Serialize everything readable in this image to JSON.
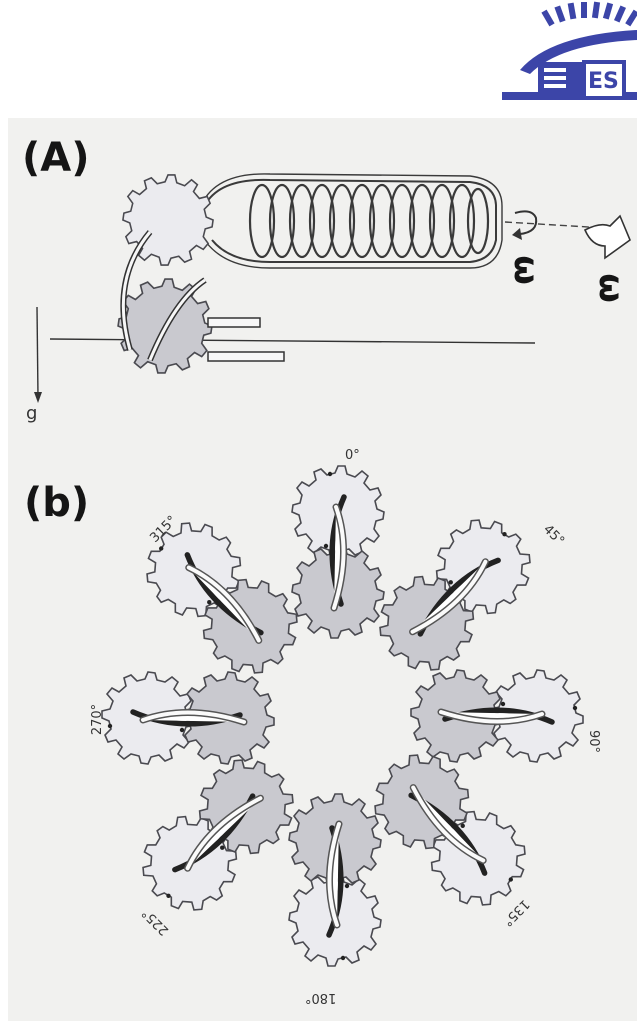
{
  "figure": {
    "panel_a": {
      "label": "(A)",
      "omega_labels": [
        "ω",
        "ω"
      ],
      "gravity_label": "g"
    },
    "panel_b": {
      "label": "(b)",
      "angles": [
        "0°",
        "45°",
        "90°",
        "135°",
        "180°",
        "225°",
        "270°",
        "315°"
      ]
    }
  },
  "logo": {
    "text": "ES"
  },
  "colors": {
    "background": "#f1f1ef",
    "gear_light": "#ebebef",
    "gear_dark": "#c9c9cf",
    "logo_blue": "#3c45a8"
  }
}
